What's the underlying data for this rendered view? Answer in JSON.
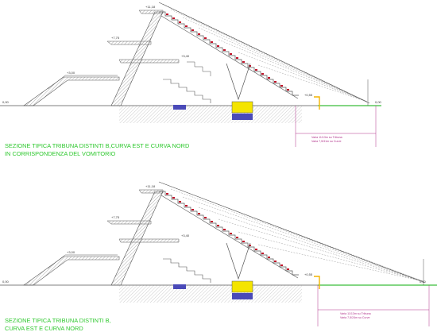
{
  "sections": [
    {
      "caption_line1": "SEZIONE TIPICA TRIBUNA DISTINTI B,CURVA EST E CURVA NORD",
      "caption_line2": "IN CORRISPONDENZA DEL VOMITORIO",
      "levels": {
        "top": "+11,18",
        "upper": "+7,75",
        "mid": "+3,40",
        "low": "+3,00",
        "front": "+0,55",
        "ground_left": "0,00",
        "ground_right": "0,00"
      },
      "note_line1": "Varia 11/13m su Tribuna",
      "note_line2": "Varia 7,5/31m su Curve",
      "has_vomitorio": true
    },
    {
      "caption_line1": "SEZIONE TIPICA TRIBUNA DISTINTI B,",
      "caption_line2": "CURVA EST E CURVA NORD",
      "levels": {
        "top": "+11,18",
        "upper": "+7,75",
        "mid": "+3,40",
        "low": "+3,00",
        "front": "+0,55",
        "ground_left": "0,00",
        "ground_right": "0,00"
      },
      "note_line1": "Varia 11/13m su Tribuna",
      "note_line2": "Varia 7,5/24m su Curve",
      "has_vomitorio": false
    }
  ],
  "colors": {
    "structure": "#555555",
    "hatch": "#8a8a8a",
    "seat": "#c0142a",
    "caption": "#2ec82e",
    "dimension": "#b0308a",
    "column": "#f4e400",
    "block": "#4a4ab8",
    "grass": "#5cc85c"
  }
}
